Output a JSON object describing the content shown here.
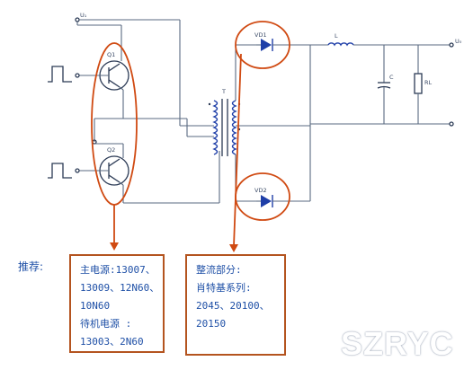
{
  "labels": {
    "u_in": "U₁",
    "u_out": "U₀",
    "q1": "Q1",
    "q2": "Q2",
    "t": "T",
    "vd1": "VD1",
    "vd2": "VD2",
    "l": "L",
    "c": "C",
    "rl": "RL"
  },
  "note": {
    "label": "推荐:"
  },
  "box_main": {
    "lines": [
      "主电源:13007、",
      "13009、12N60、",
      "10N60",
      "待机电源 :",
      "13003、2N60"
    ]
  },
  "box_rect": {
    "lines": [
      "整流部分:",
      "肖特基系列:",
      "2045、20100、",
      "20150"
    ]
  },
  "watermark": "SZRYC",
  "colors": {
    "wire": "#5a6a80",
    "highlight": "#d04a12",
    "text": "#1e4fa6",
    "box_border": "#b4541f"
  }
}
